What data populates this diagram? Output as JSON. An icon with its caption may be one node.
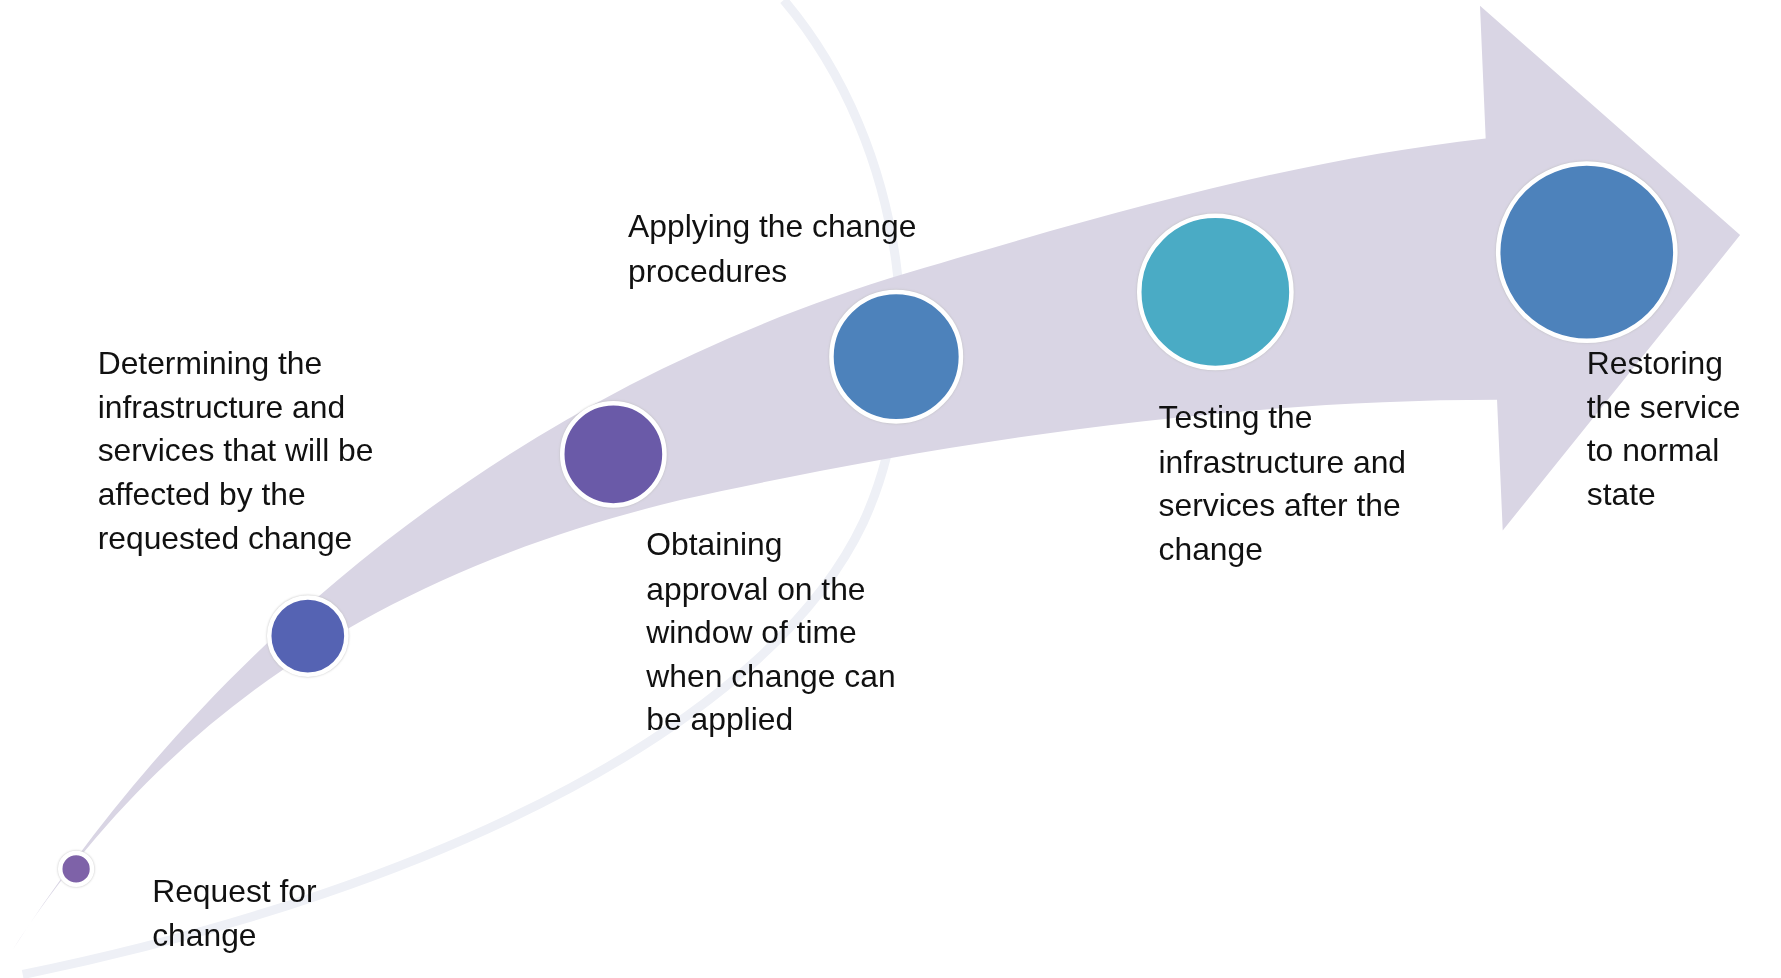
{
  "diagram": {
    "nodes": [
      {
        "text": [],
        "shape": "circle",
        "beside": [
          "Request for change"
        ]
      },
      {
        "text": [],
        "shape": "circle",
        "beside": [
          "Determining the infrastructure and services that will be affected by the requested change"
        ]
      },
      {
        "text": [],
        "shape": "circle",
        "beside": [
          "Obtaining approval on the window of time when change can be applied"
        ]
      },
      {
        "text": [],
        "shape": "circle",
        "beside": [
          "Applying the change procedures"
        ]
      },
      {
        "text": [],
        "shape": "circle",
        "beside": [
          "Testing the infrastructure and services after the change"
        ]
      },
      {
        "text": [],
        "shape": "circle",
        "beside": [
          "Restoring the service to normal state"
        ]
      }
    ]
  }
}
